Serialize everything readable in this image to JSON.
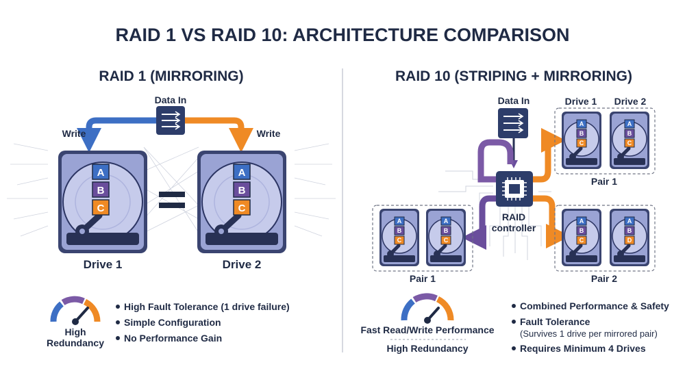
{
  "title": "RAID 1 VS RAID 10: ARCHITECTURE COMPARISON",
  "colors": {
    "navy": "#1f2a44",
    "blue": "#3d6fc4",
    "purple": "#6a4e9c",
    "orange": "#ef8a25",
    "drive_fill": "#bfc5e6",
    "drive_dark": "#283155"
  },
  "raid1": {
    "heading": "RAID 1 (MIRRORING)",
    "data_in": "Data In",
    "write_left": "Write",
    "write_right": "Write",
    "equals": "=",
    "drive1": "Drive 1",
    "drive2": "Drive 2",
    "blocks": [
      "A",
      "B",
      "C"
    ],
    "gauge_label_1": "High",
    "gauge_label_2": "Redundancy",
    "bullets": [
      "High Fault Tolerance (1 drive failure)",
      "Simple Configuration",
      "No Performance Gain"
    ]
  },
  "raid10": {
    "heading": "RAID 10 (STRIPING + MIRRORING)",
    "data_in": "Data In",
    "controller_1": "RAID",
    "controller_2": "controller",
    "drive_1": "Drive 1",
    "drive_2": "Drive 2",
    "pair_top_right": "Pair 1",
    "pair_bottom_left": "Pair 1",
    "pair_bottom_right": "Pair 2",
    "drives": [
      {
        "blocks": [
          "A",
          "B",
          "C"
        ]
      },
      {
        "blocks": [
          "A",
          "B",
          "C"
        ]
      },
      {
        "blocks": [
          "A",
          "B",
          "C"
        ]
      },
      {
        "blocks": [
          "A",
          "B",
          "D"
        ]
      },
      {
        "blocks": [
          "A",
          "B",
          "C"
        ]
      },
      {
        "blocks": [
          "A",
          "B",
          "C"
        ]
      }
    ],
    "gauge_label_1": "Fast Read/Write Performance",
    "gauge_label_2": "High Redundancy",
    "bullets": [
      {
        "main": "Combined Performance & Safety",
        "sub": ""
      },
      {
        "main": "Fault Tolerance",
        "sub": "(Survives 1 drive per mirrored pair)"
      },
      {
        "main": "Requires Minimum 4 Drives",
        "sub": ""
      }
    ]
  }
}
